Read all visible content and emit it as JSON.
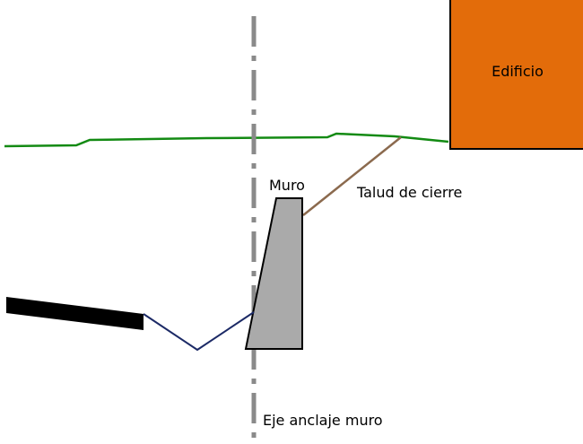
{
  "labels": {
    "building": "Edificio",
    "wall": "Muro",
    "closing_slope": "Talud de cierre",
    "anchor_axis": "Eje anclaje muro"
  },
  "colors": {
    "building_fill": "#e36c0a",
    "ground_line": "#138a13",
    "axis_line": "#8a8a8a",
    "wall_fill": "#aaaaaa",
    "slope_line": "#8b6a4e",
    "anchor_line": "#1c2a66"
  }
}
